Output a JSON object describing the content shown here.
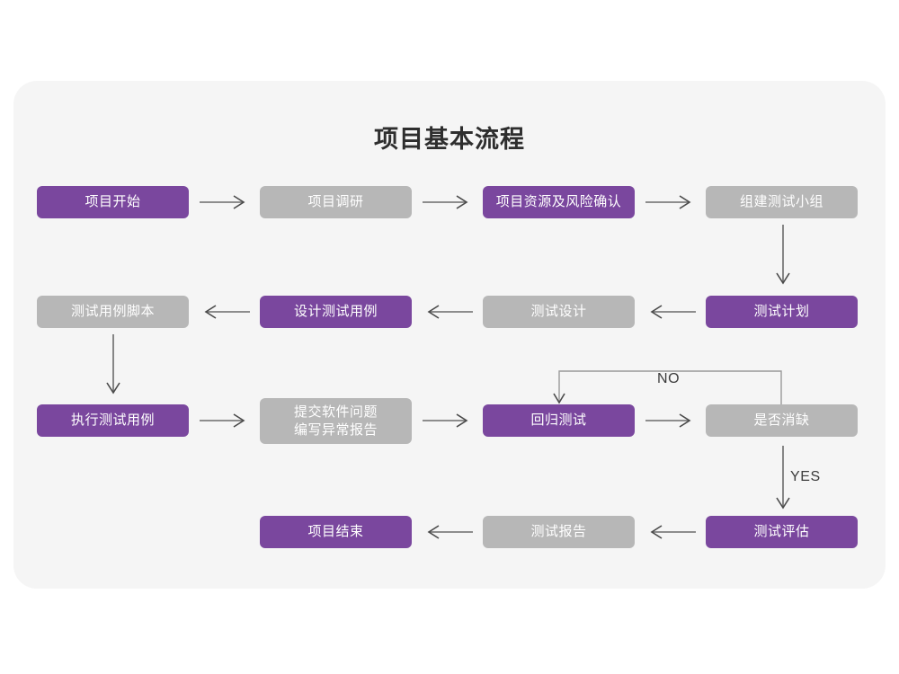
{
  "page": {
    "title": "项目基本流程",
    "background": "#ffffff",
    "card_background": "#f5f5f5"
  },
  "colors": {
    "purple": "#7a479e",
    "gray": "#b7b7b7",
    "arrow": "#6b6b6b",
    "text_light": "#ffffff",
    "title_text": "#2e2e2e"
  },
  "chart_data": {
    "type": "diagram",
    "title": "项目基本流程",
    "nodes": [
      {
        "id": "n1",
        "label": "项目开始",
        "style": "purple",
        "row": 1,
        "col": 1
      },
      {
        "id": "n2",
        "label": "项目调研",
        "style": "gray",
        "row": 1,
        "col": 2
      },
      {
        "id": "n3",
        "label": "项目资源及风险确认",
        "style": "purple",
        "row": 1,
        "col": 3
      },
      {
        "id": "n4",
        "label": "组建测试小组",
        "style": "gray",
        "row": 1,
        "col": 4
      },
      {
        "id": "n5",
        "label": "测试用例脚本",
        "style": "gray",
        "row": 2,
        "col": 1
      },
      {
        "id": "n6",
        "label": "设计测试用例",
        "style": "purple",
        "row": 2,
        "col": 2
      },
      {
        "id": "n7",
        "label": "测试设计",
        "style": "gray",
        "row": 2,
        "col": 3
      },
      {
        "id": "n8",
        "label": "测试计划",
        "style": "purple",
        "row": 2,
        "col": 4
      },
      {
        "id": "n9",
        "label": "执行测试用例",
        "style": "purple",
        "row": 3,
        "col": 1
      },
      {
        "id": "n10",
        "label": "提交软件问题\n编写异常报告",
        "style": "gray",
        "row": 3,
        "col": 2
      },
      {
        "id": "n11",
        "label": "回归测试",
        "style": "purple",
        "row": 3,
        "col": 3
      },
      {
        "id": "n12",
        "label": "是否消缺",
        "style": "gray",
        "row": 3,
        "col": 4
      },
      {
        "id": "n13",
        "label": "项目结束",
        "style": "purple",
        "row": 4,
        "col": 2
      },
      {
        "id": "n14",
        "label": "测试报告",
        "style": "gray",
        "row": 4,
        "col": 3
      },
      {
        "id": "n15",
        "label": "测试评估",
        "style": "purple",
        "row": 4,
        "col": 4
      }
    ],
    "edges": [
      {
        "from": "n1",
        "to": "n2",
        "dir": "right",
        "label": ""
      },
      {
        "from": "n2",
        "to": "n3",
        "dir": "right",
        "label": ""
      },
      {
        "from": "n3",
        "to": "n4",
        "dir": "right",
        "label": ""
      },
      {
        "from": "n4",
        "to": "n8",
        "dir": "down",
        "label": ""
      },
      {
        "from": "n8",
        "to": "n7",
        "dir": "left",
        "label": ""
      },
      {
        "from": "n7",
        "to": "n6",
        "dir": "left",
        "label": ""
      },
      {
        "from": "n6",
        "to": "n5",
        "dir": "left",
        "label": ""
      },
      {
        "from": "n5",
        "to": "n9",
        "dir": "down",
        "label": ""
      },
      {
        "from": "n9",
        "to": "n10",
        "dir": "right",
        "label": ""
      },
      {
        "from": "n10",
        "to": "n11",
        "dir": "right",
        "label": ""
      },
      {
        "from": "n11",
        "to": "n12",
        "dir": "right",
        "label": ""
      },
      {
        "from": "n12",
        "to": "n11",
        "dir": "loop-up-left",
        "label": "NO"
      },
      {
        "from": "n12",
        "to": "n15",
        "dir": "down",
        "label": "YES"
      },
      {
        "from": "n15",
        "to": "n14",
        "dir": "left",
        "label": ""
      },
      {
        "from": "n14",
        "to": "n13",
        "dir": "left",
        "label": ""
      }
    ],
    "edge_labels": {
      "no": "NO",
      "yes": "YES"
    }
  }
}
